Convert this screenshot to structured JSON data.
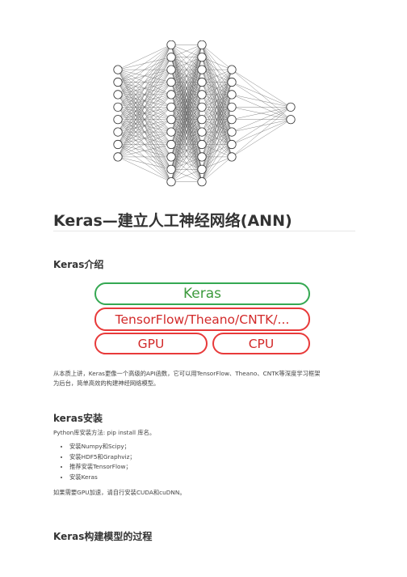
{
  "article": {
    "title": "Keras—建立人工神经网络(ANN)",
    "intro_heading": "Keras介绍",
    "arch": {
      "top": "Keras",
      "middle": "TensorFlow/Theano/CNTK/...",
      "left": "GPU",
      "right": "CPU"
    },
    "intro_text_line1": "从本质上讲，Keras更像一个高级的API函数，它可以用TensorFlow、Theano、CNTK等深度学习框架",
    "intro_text_line2": "为后台，简单高效的构建神经网络模型。",
    "install_heading": "keras安装",
    "install_intro": "Python库安装方法: pip install 库名。",
    "install_steps": [
      "安装Numpy和Scipy；",
      "安装HDF5和Graphviz；",
      "推荐安装TensorFlow；",
      "安装Keras"
    ],
    "gpu_note": "如果需要GPU加速，请自行安装CUDA和cuDNN。",
    "process_heading": "Keras构建模型的过程"
  },
  "network": {
    "layers": [
      8,
      12,
      12,
      8,
      2
    ]
  }
}
